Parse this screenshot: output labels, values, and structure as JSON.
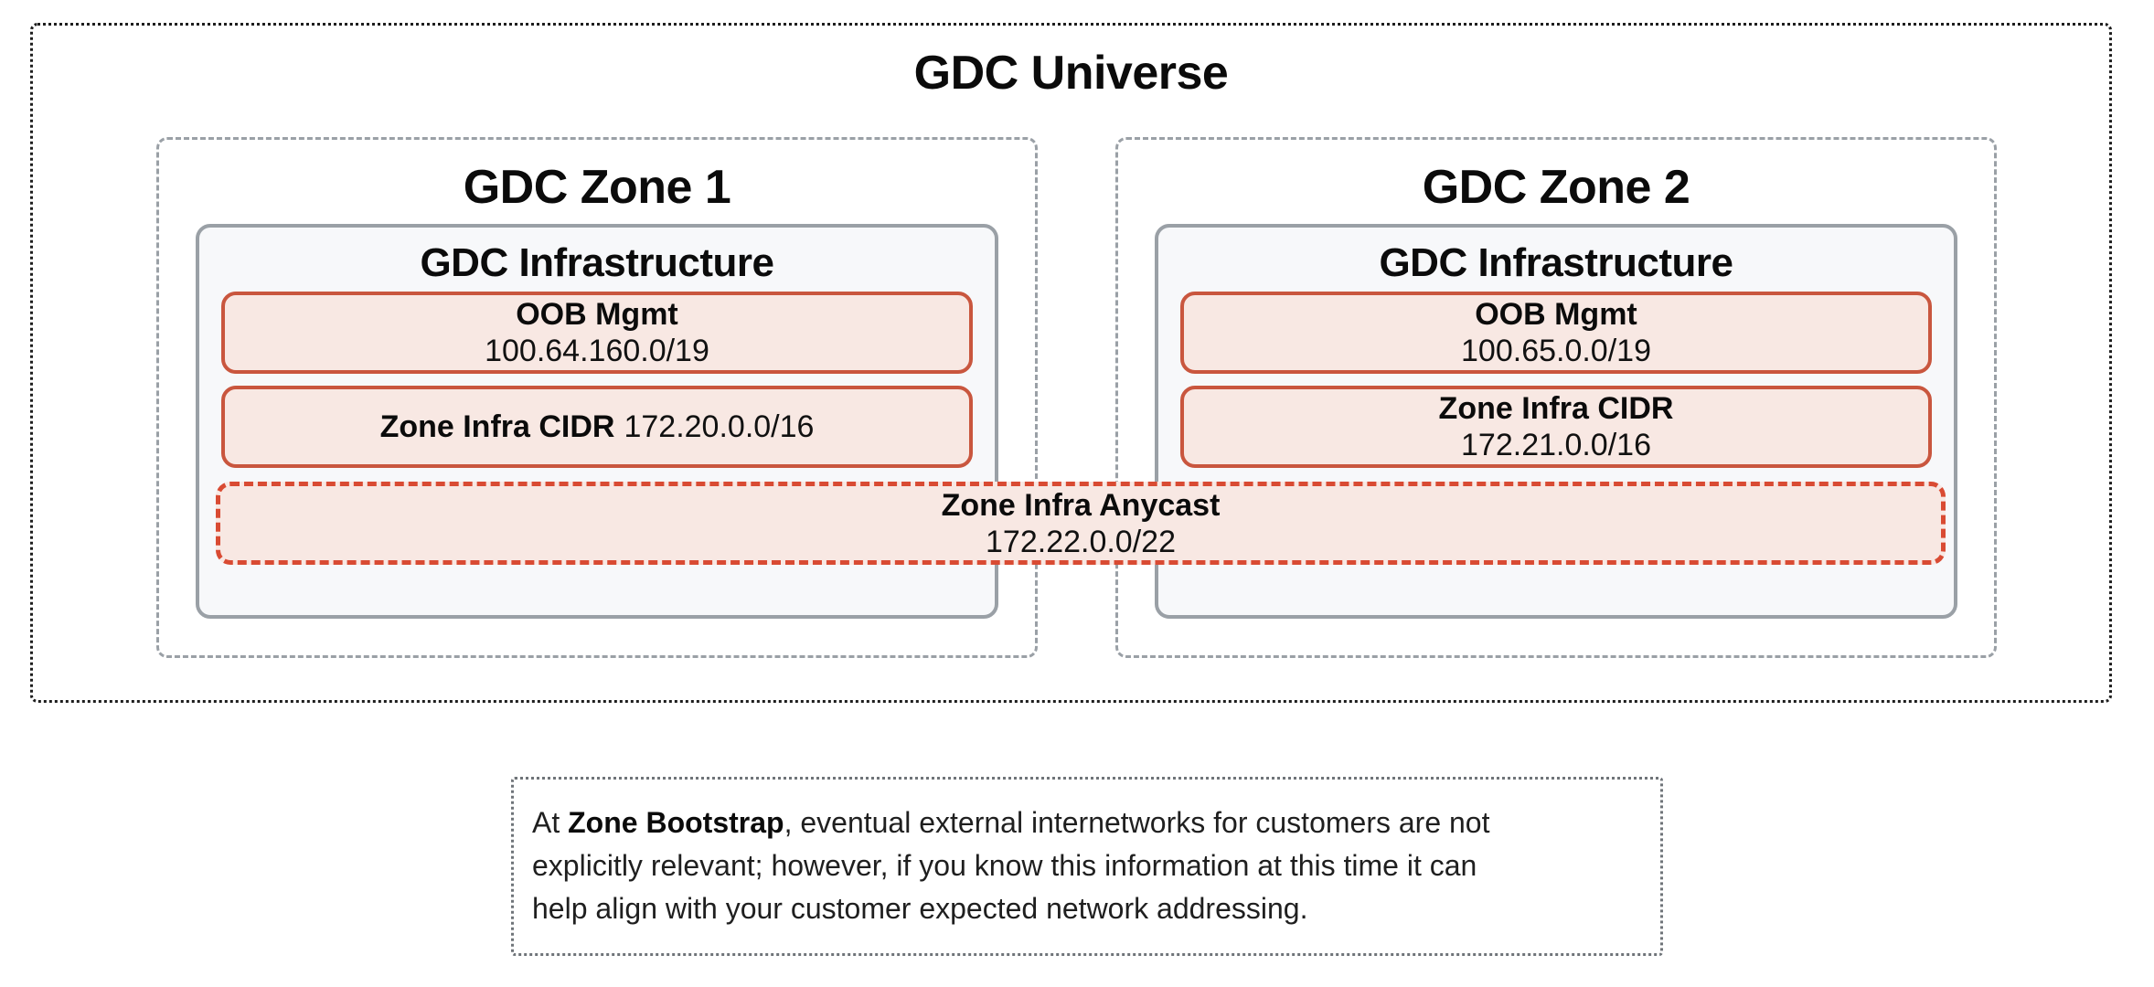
{
  "universe": {
    "title": "GDC Universe",
    "zones": [
      {
        "title": "GDC Zone 1",
        "infra_title": "GDC Infrastructure",
        "oob": {
          "label": "OOB Mgmt",
          "value": "100.64.160.0/19"
        },
        "cidr": {
          "label": "Zone Infra CIDR",
          "value": "172.20.0.0/16"
        }
      },
      {
        "title": "GDC Zone 2",
        "infra_title": "GDC Infrastructure",
        "oob": {
          "label": "OOB Mgmt",
          "value": "100.65.0.0/19"
        },
        "cidr": {
          "label": "Zone Infra CIDR",
          "value": "172.21.0.0/16"
        }
      }
    ],
    "anycast": {
      "label": "Zone Infra Anycast",
      "value": "172.22.0.0/22"
    }
  },
  "note": {
    "prefix": "At ",
    "bold": "Zone Bootstrap",
    "rest": ", eventual external internetworks for customers are not\nexplicitly relevant; however, if you know this information at this time it can\nhelp align with your customer expected network addressing."
  },
  "colors": {
    "outer_border": "#1e1e1e",
    "zone_dash_border": "#9aa0a6",
    "infra_border": "#9aa0a6",
    "infra_fill": "#f7f8fa",
    "red_solid_border": "#c9563e",
    "red_dashed_border": "#d94b33",
    "pink_fill": "#f8e8e3",
    "note_border": "#6f7479",
    "text": "#0b0b0b"
  }
}
